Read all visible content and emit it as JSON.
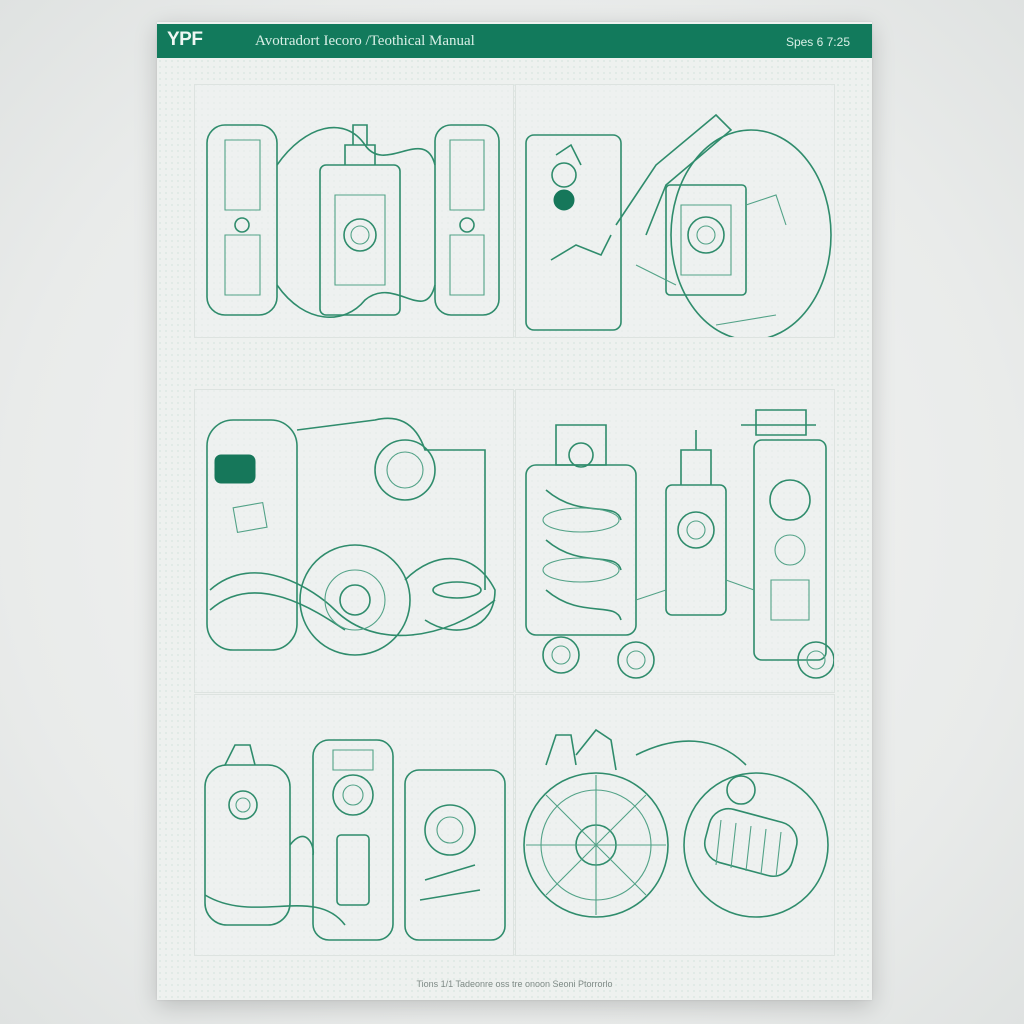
{
  "header": {
    "logo": "YPF",
    "title": "Avotradort Iecoro /Teothical Manual",
    "code": "Spes 6 7:25"
  },
  "footer": {
    "text": "Tions 1/1 Tadeonre oss tre onoon Seoni Ptorrorlo"
  },
  "colors": {
    "header_bg": "#127a5c",
    "line": "#2f8c6c",
    "paper": "#eef1ef"
  }
}
